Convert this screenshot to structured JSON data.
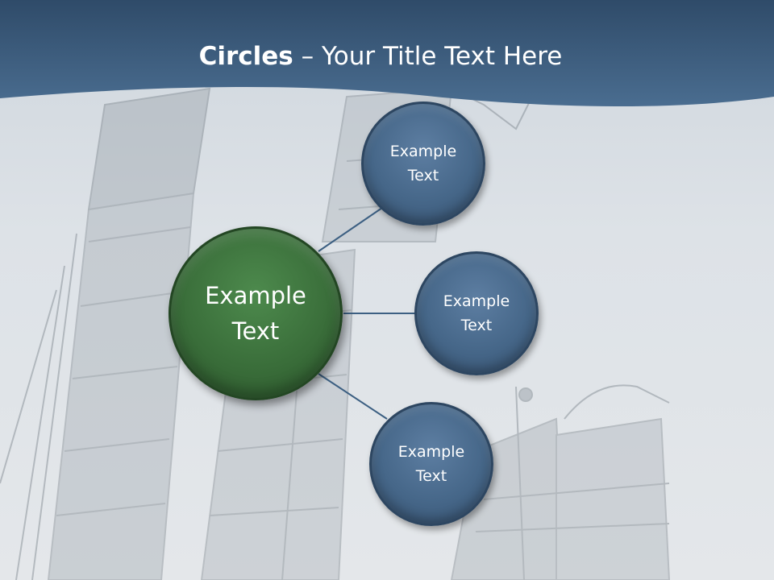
{
  "slide": {
    "title_bold": "Circles",
    "title_rest": " – Your Title Text Here"
  },
  "diagram": {
    "center": {
      "label": "Example\nText",
      "color": "#3a6e3a"
    },
    "nodes": [
      {
        "label": "Example\nText"
      },
      {
        "label": "Example\nText"
      },
      {
        "label": "Example\nText"
      }
    ],
    "node_color": "#466789",
    "connector_color": "#3c5f82"
  },
  "theme": {
    "header_color": "#3e5f80",
    "background_image": "industrial-refinery-towers-photo"
  }
}
